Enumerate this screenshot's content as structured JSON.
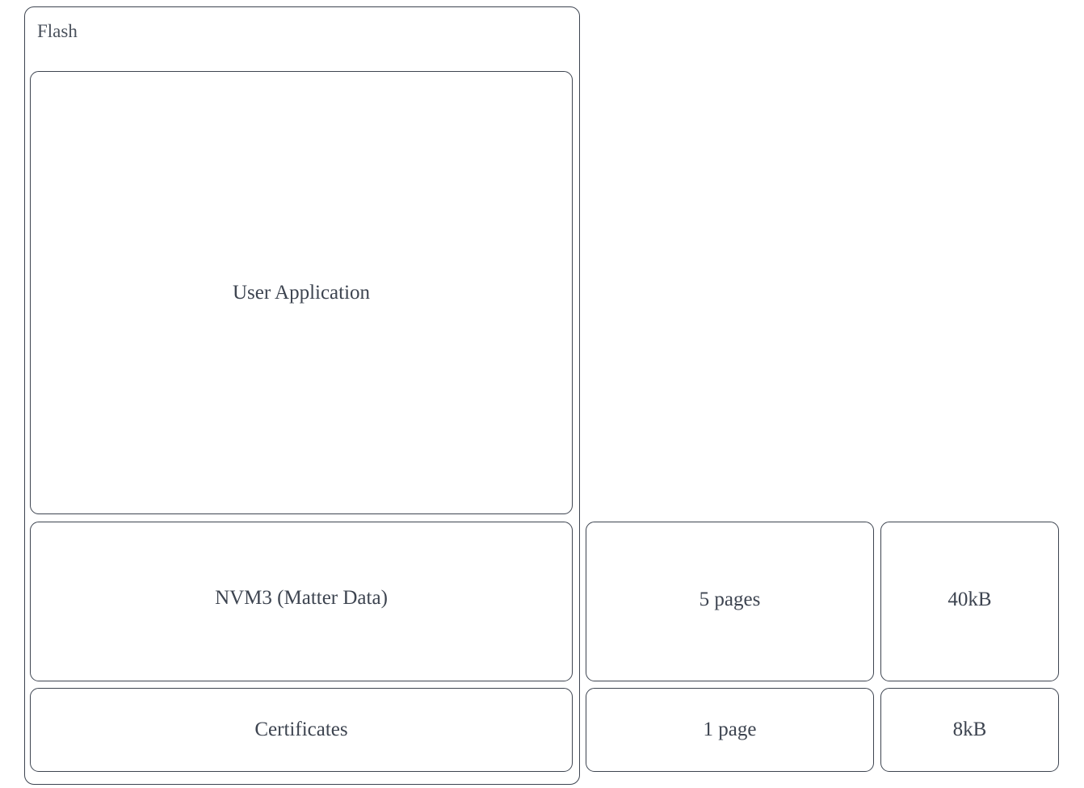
{
  "diagram": {
    "title": "Flash",
    "colors": {
      "border": "#3d4450",
      "text": "#3d4450",
      "title_text": "#4a515c",
      "background": "#ffffff"
    },
    "container": {
      "label": "Flash"
    },
    "regions": [
      {
        "id": "user-application",
        "label": "User Application",
        "pages": "",
        "size": ""
      },
      {
        "id": "nvm3",
        "label": "NVM3 (Matter Data)",
        "pages": "5 pages",
        "size": "40kB"
      },
      {
        "id": "certificates",
        "label": "Certificates",
        "pages": "1 page",
        "size": "8kB"
      }
    ]
  }
}
